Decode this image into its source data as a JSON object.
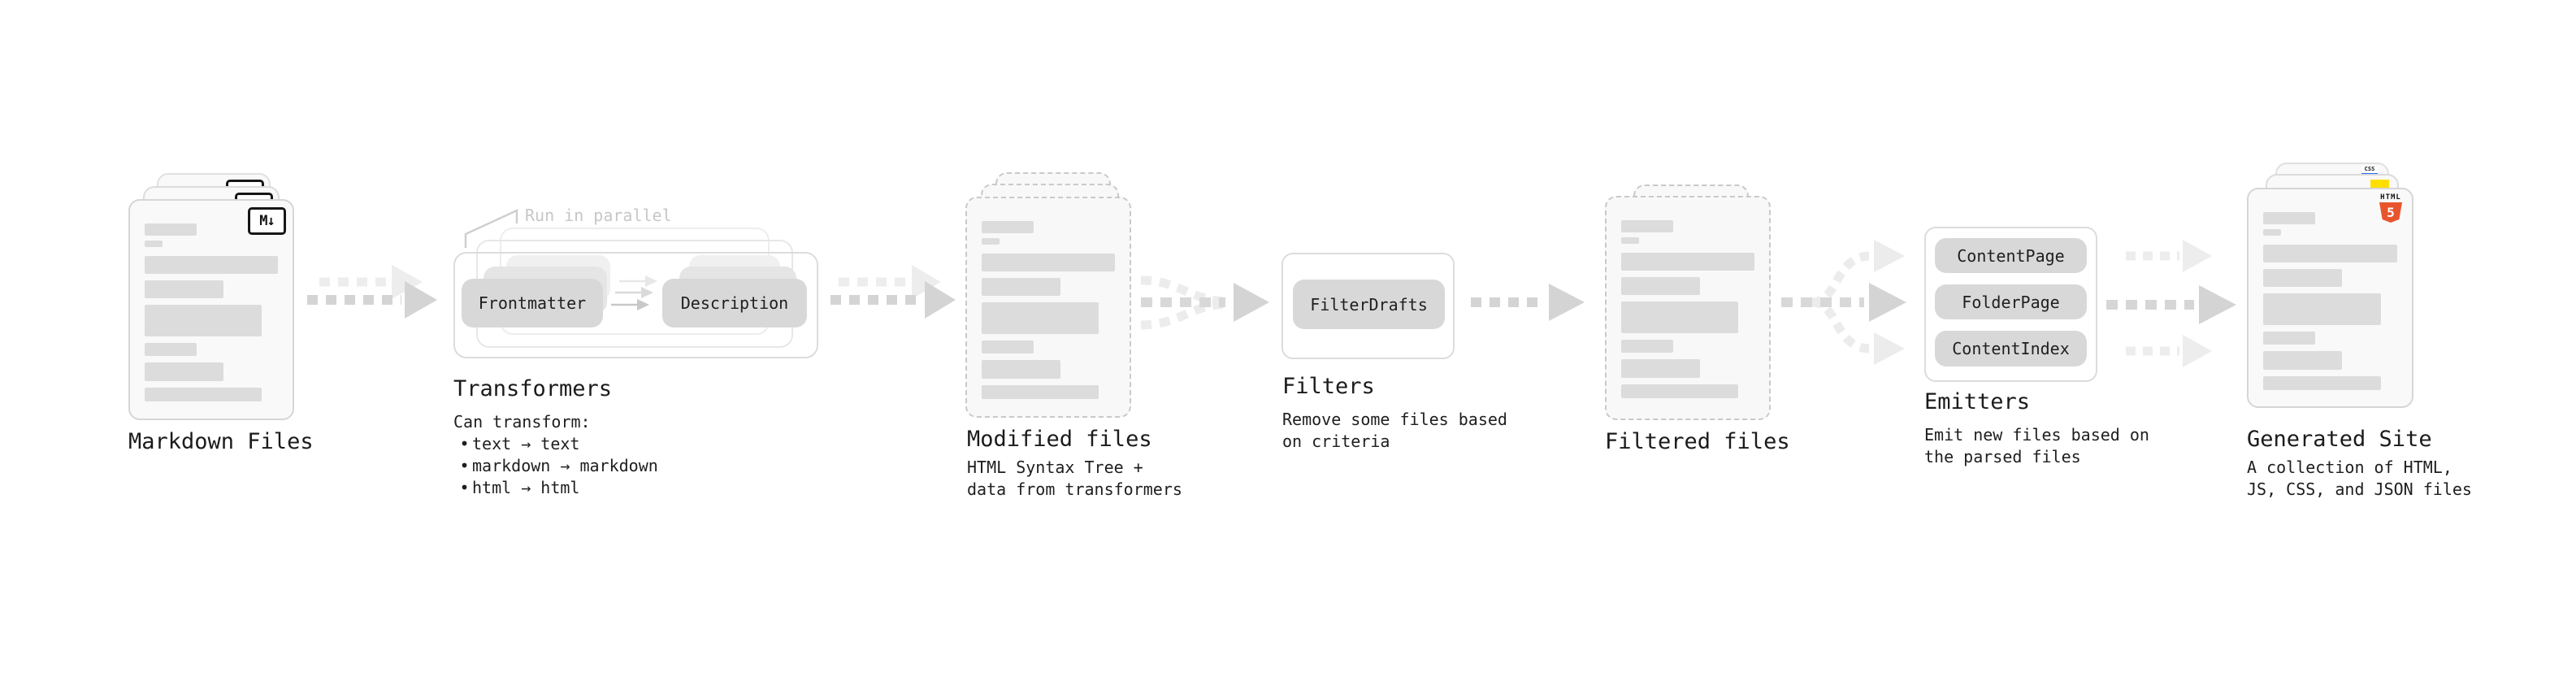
{
  "diagram": {
    "markdown_files": {
      "label": "Markdown Files",
      "badge": "M↓"
    },
    "transformers": {
      "note": "Run in parallel",
      "input_pill": "Frontmatter",
      "output_pill": "Description",
      "label": "Transformers",
      "sub_heading": "Can transform:",
      "bullet": "•",
      "bullets": [
        "text → text",
        "markdown → markdown",
        "html → html"
      ]
    },
    "modified_files": {
      "label": "Modified files",
      "description": "HTML Syntax Tree +\ndata from transformers"
    },
    "filters": {
      "pill": "FilterDrafts",
      "label": "Filters",
      "description": "Remove some files based\non criteria"
    },
    "filtered_files": {
      "label": "Filtered files"
    },
    "emitters": {
      "pills": [
        "ContentPage",
        "FolderPage",
        "ContentIndex"
      ],
      "label": "Emitters",
      "description": "Emit new files based on\nthe parsed files"
    },
    "generated_site": {
      "label": "Generated Site",
      "description": "A collection of HTML,\nJS, CSS, and JSON files",
      "badges": {
        "css": "CSS",
        "html_word": "HTML",
        "html_number": "5"
      }
    }
  },
  "colors": {
    "arrow": "#d4d4d4",
    "arrow_light": "#ededed",
    "note_gray": "#c7c7c7",
    "accent_orange": "#e8552d",
    "accent_yellow": "#ffdf00",
    "accent_blue": "#2569f0"
  }
}
